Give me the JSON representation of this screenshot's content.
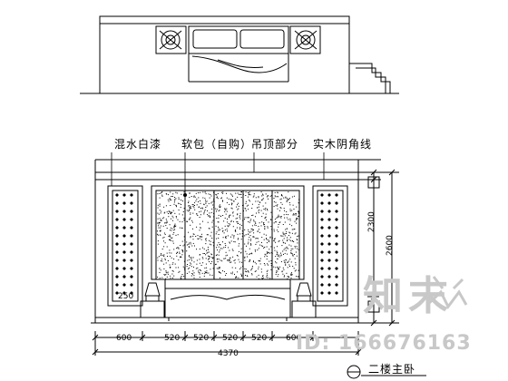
{
  "labels": {
    "hunshui_baiqi": "混水白漆",
    "ruanbao": "软包（自购）",
    "diaoding": "吊顶部分",
    "shimu_yinjiaoxian": "实木阴角线"
  },
  "dimensions": {
    "bottom_segments": [
      "600",
      "520",
      "520",
      "520",
      "520",
      "600"
    ],
    "total_width": "4370",
    "height_right": "2600",
    "height_inner": "2300",
    "small_250": "250"
  },
  "title_block": {
    "title": "二楼主卧"
  },
  "watermark": {
    "brand": "知末",
    "id_text": "ID: 166676163"
  }
}
